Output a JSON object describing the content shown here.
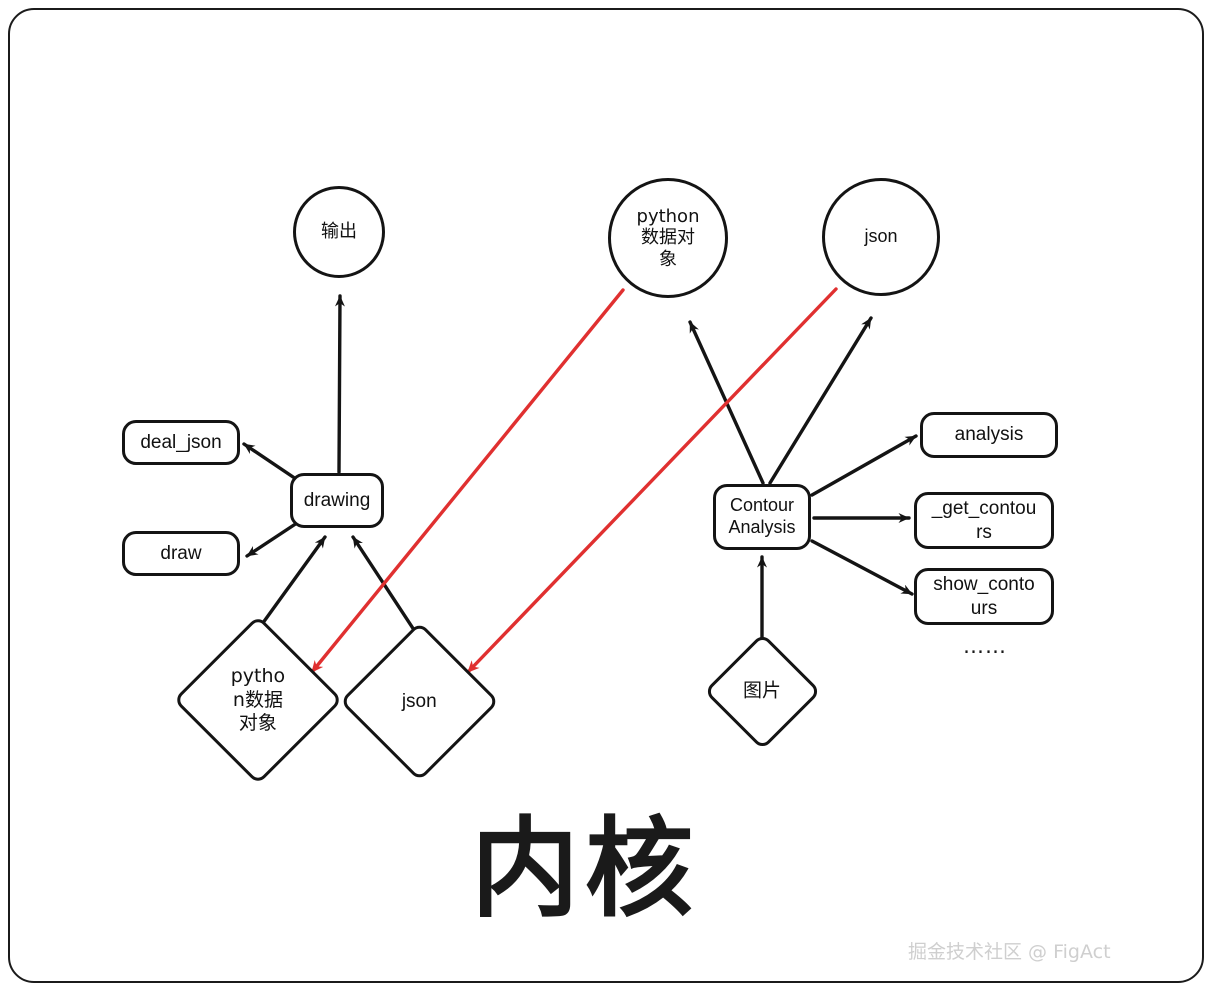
{
  "diagram": {
    "title": "内核",
    "watermark": "掘金技术社区 @ FigAct",
    "ellipsis": "……",
    "colors": {
      "stroke": "#141414",
      "highlight": "#e03030",
      "background": "#ffffff",
      "watermark": "#cfcfcf"
    },
    "nodes": [
      {
        "id": "output",
        "shape": "circle",
        "label": "输出"
      },
      {
        "id": "python-obj-top",
        "shape": "circle",
        "label": "python\n数据对\n象"
      },
      {
        "id": "json-top",
        "shape": "circle",
        "label": "json"
      },
      {
        "id": "deal-json",
        "shape": "rounded-rect",
        "label": "deal_json"
      },
      {
        "id": "draw",
        "shape": "rounded-rect",
        "label": "draw"
      },
      {
        "id": "drawing",
        "shape": "rounded-rect",
        "label": "drawing"
      },
      {
        "id": "contour-analysis",
        "shape": "rounded-rect",
        "label": "Contour\nAnalysis"
      },
      {
        "id": "analysis",
        "shape": "rounded-rect",
        "label": "analysis"
      },
      {
        "id": "get-contours",
        "shape": "rounded-rect",
        "label": "_get_contou\nrs"
      },
      {
        "id": "show-contours",
        "shape": "rounded-rect",
        "label": "show_conto\nurs"
      },
      {
        "id": "python-obj-bottom",
        "shape": "diamond",
        "label": "pytho\nn数据\n对象"
      },
      {
        "id": "json-bottom",
        "shape": "diamond",
        "label": "json"
      },
      {
        "id": "image",
        "shape": "diamond",
        "label": "图片"
      }
    ],
    "edges": [
      {
        "from": "drawing",
        "to": "output",
        "color": "black"
      },
      {
        "from": "drawing",
        "to": "deal-json",
        "color": "black"
      },
      {
        "from": "drawing",
        "to": "draw",
        "color": "black"
      },
      {
        "from": "python-obj-bottom",
        "to": "drawing",
        "color": "black"
      },
      {
        "from": "json-bottom",
        "to": "drawing",
        "color": "black"
      },
      {
        "from": "contour-analysis",
        "to": "python-obj-top",
        "color": "black"
      },
      {
        "from": "contour-analysis",
        "to": "json-top",
        "color": "black"
      },
      {
        "from": "contour-analysis",
        "to": "analysis",
        "color": "black"
      },
      {
        "from": "contour-analysis",
        "to": "get-contours",
        "color": "black"
      },
      {
        "from": "contour-analysis",
        "to": "show-contours",
        "color": "black"
      },
      {
        "from": "image",
        "to": "contour-analysis",
        "color": "black"
      },
      {
        "from": "python-obj-top",
        "to": "python-obj-bottom",
        "color": "red"
      },
      {
        "from": "json-top",
        "to": "json-bottom",
        "color": "red"
      }
    ]
  }
}
